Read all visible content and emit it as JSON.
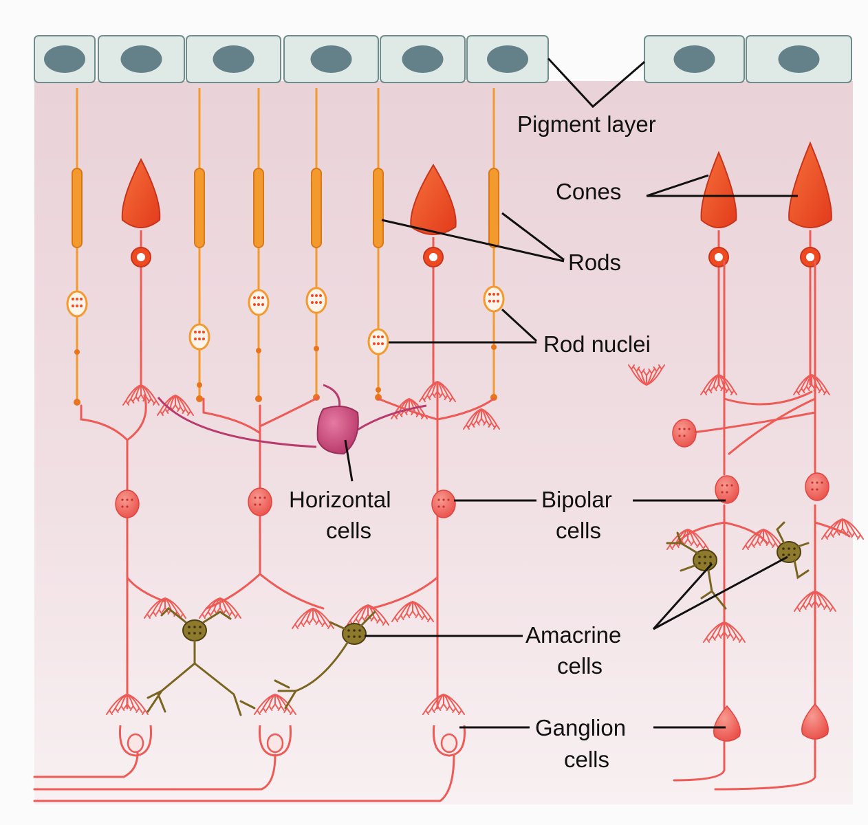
{
  "labels": {
    "pigment_layer": "Pigment layer",
    "cones": "Cones",
    "rods": "Rods",
    "rod_nuclei": "Rod nuclei",
    "horizontal_line1": "Horizontal",
    "horizontal_line2": "cells",
    "bipolar_line1": "Bipolar",
    "bipolar_line2": "cells",
    "amacrine_line1": "Amacrine",
    "amacrine_line2": "cells",
    "ganglion_line1": "Ganglion",
    "ganglion_line2": "cells"
  },
  "colors": {
    "background_top": "#ecd6dc",
    "background_bottom": "#f6eef0",
    "pigment_cell": "#dfe9e6",
    "pigment_nucleus": "#4f6e78",
    "rod": "#f39a2e",
    "cone": "#ee4a22",
    "neuron": "#ee5a55",
    "horizontal_cell": "#c64372",
    "amacrine_cell": "#8a7228",
    "leader_line": "#111111"
  }
}
